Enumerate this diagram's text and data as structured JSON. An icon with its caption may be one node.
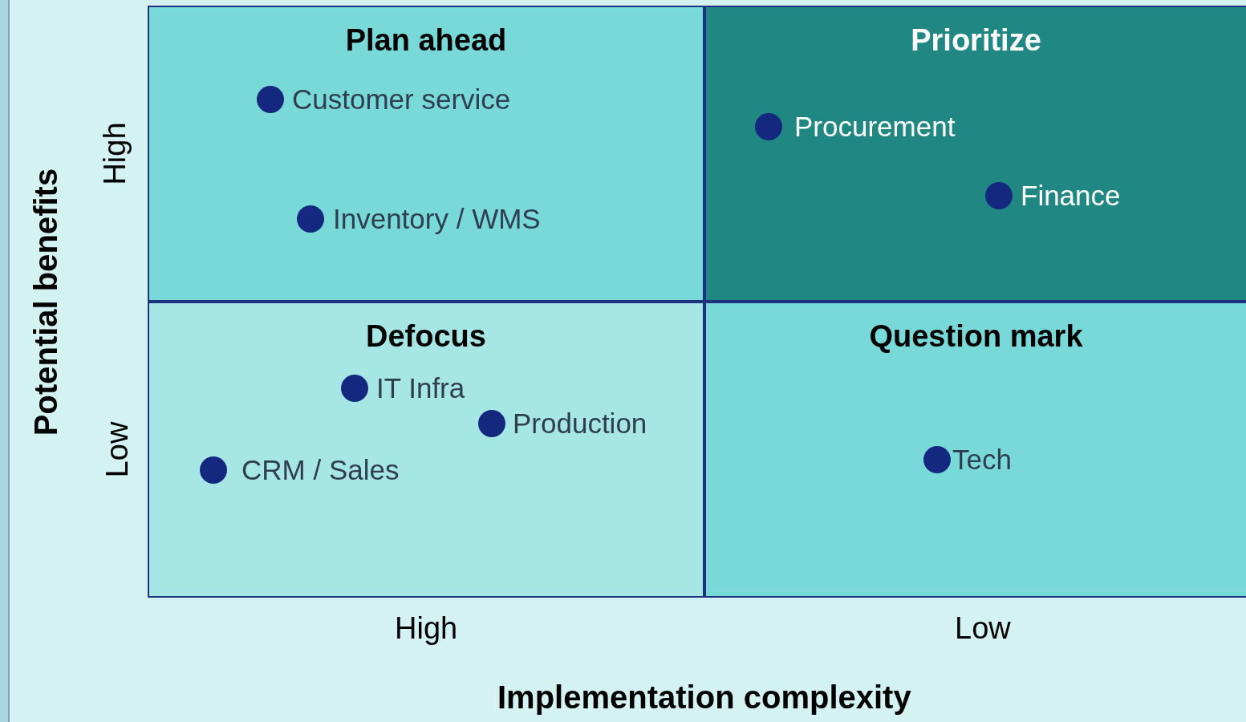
{
  "diagram": {
    "nodes": [
      {
        "text": [
          "Plan ahead"
        ]
      },
      {
        "text": [
          "Prioritize"
        ]
      },
      {
        "text": [
          "Defocus"
        ]
      },
      {
        "text": [
          "Question mark"
        ]
      },
      {
        "text": [
          "Customer service"
        ],
        "in": 0
      },
      {
        "text": [
          "Inventory / WMS"
        ],
        "in": 0
      },
      {
        "text": [
          "Procurement"
        ],
        "in": 1
      },
      {
        "text": [
          "Finance"
        ],
        "in": 1
      },
      {
        "text": [
          "IT Infra"
        ],
        "in": 2
      },
      {
        "text": [
          "Production"
        ],
        "in": 2
      },
      {
        "text": [
          "CRM / Sales"
        ],
        "in": 2
      },
      {
        "text": [
          "Tech"
        ],
        "in": 3
      }
    ],
    "labels": [
      "Potential benefits",
      "High",
      "Low",
      "High",
      "Low",
      "Implementation complexity"
    ]
  }
}
